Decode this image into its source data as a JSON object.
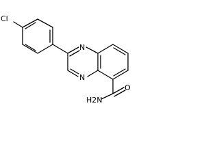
{
  "molecule": {
    "atoms": {
      "chlorine": "Cl",
      "nitrogen_1": "N",
      "nitrogen_4": "N",
      "amide_nh2": "H2N",
      "amide_oxygen": "O"
    }
  },
  "colors": {
    "bond": "#000000",
    "background": "#ffffff"
  }
}
